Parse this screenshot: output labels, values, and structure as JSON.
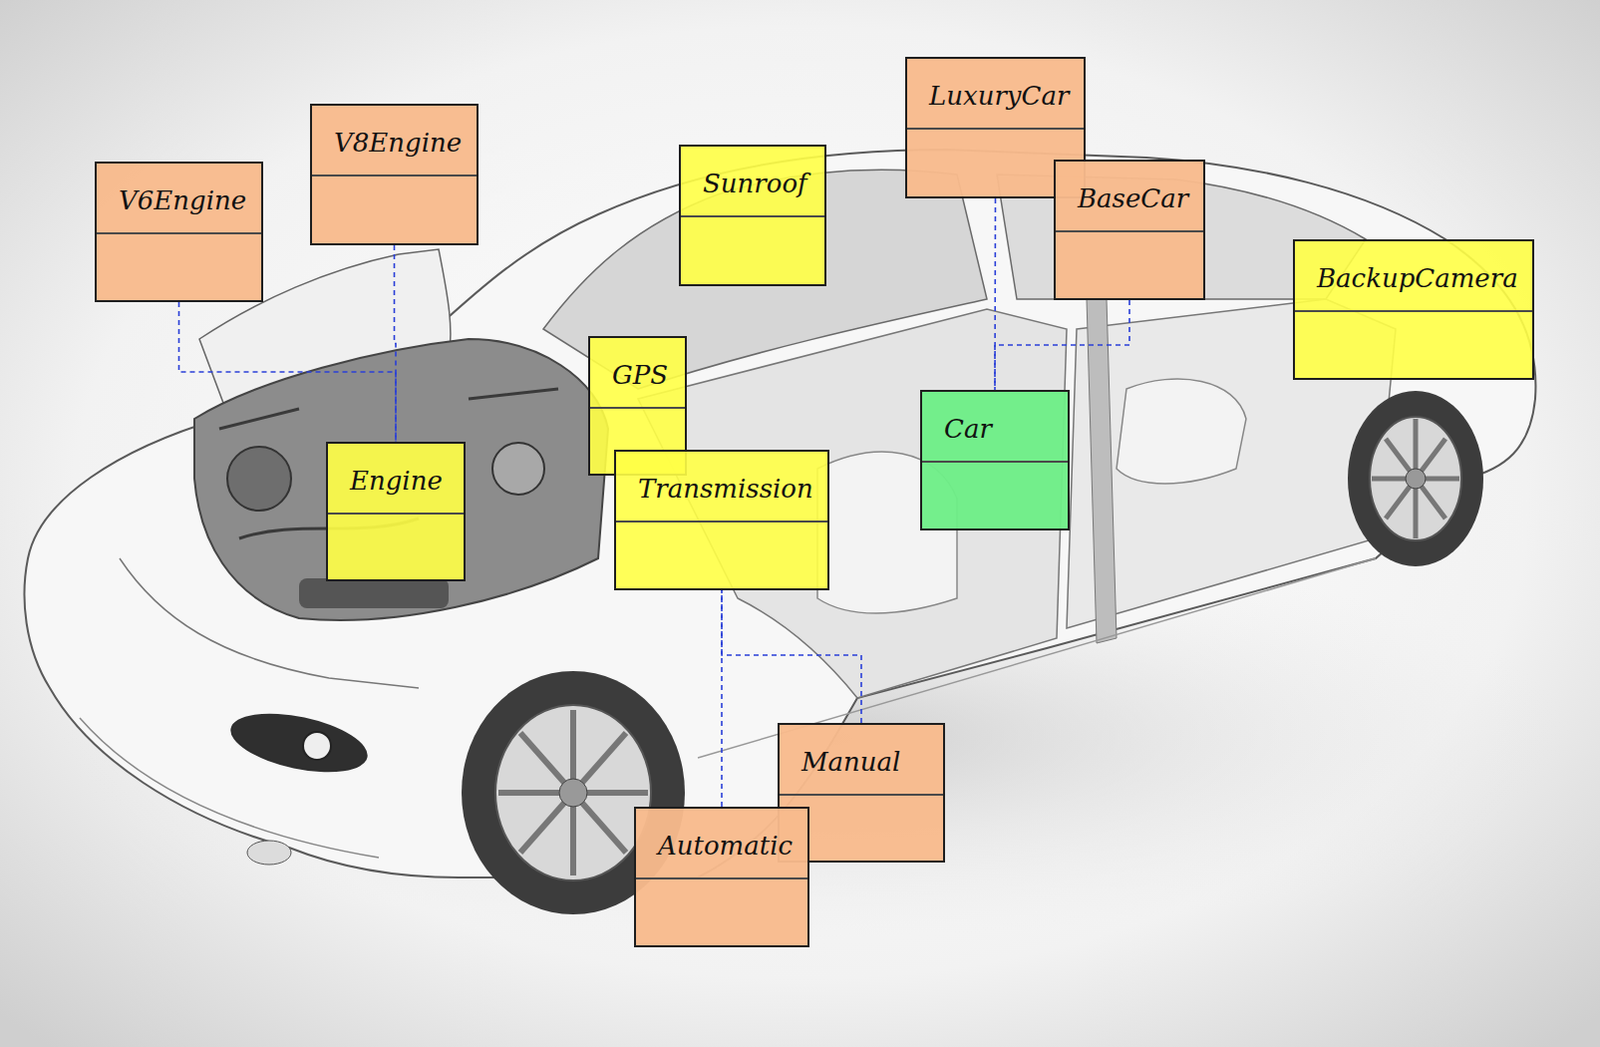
{
  "diagram": {
    "nodes": [
      {
        "text": [
          "V6Engine"
        ]
      },
      {
        "text": [
          "V8Engine"
        ]
      },
      {
        "text": [
          "Sunroof"
        ]
      },
      {
        "text": [
          "LuxuryCar"
        ]
      },
      {
        "text": [
          "BaseCar"
        ]
      },
      {
        "text": [
          "BackupCamera"
        ]
      },
      {
        "text": [
          "GPS"
        ]
      },
      {
        "text": [
          "Engine"
        ]
      },
      {
        "text": [
          "Transmission"
        ]
      },
      {
        "text": [
          "Car"
        ]
      },
      {
        "text": [
          "Manual"
        ]
      },
      {
        "text": [
          "Automatic"
        ]
      }
    ],
    "edges": [
      {
        "from": 0,
        "to": 7,
        "arrow": "none"
      },
      {
        "from": 1,
        "to": 7,
        "arrow": "none"
      },
      {
        "from": 3,
        "to": 9,
        "arrow": "none"
      },
      {
        "from": 4,
        "to": 9,
        "arrow": "none"
      },
      {
        "from": 10,
        "to": 8,
        "arrow": "none"
      },
      {
        "from": 11,
        "to": 8,
        "arrow": "none"
      }
    ]
  }
}
